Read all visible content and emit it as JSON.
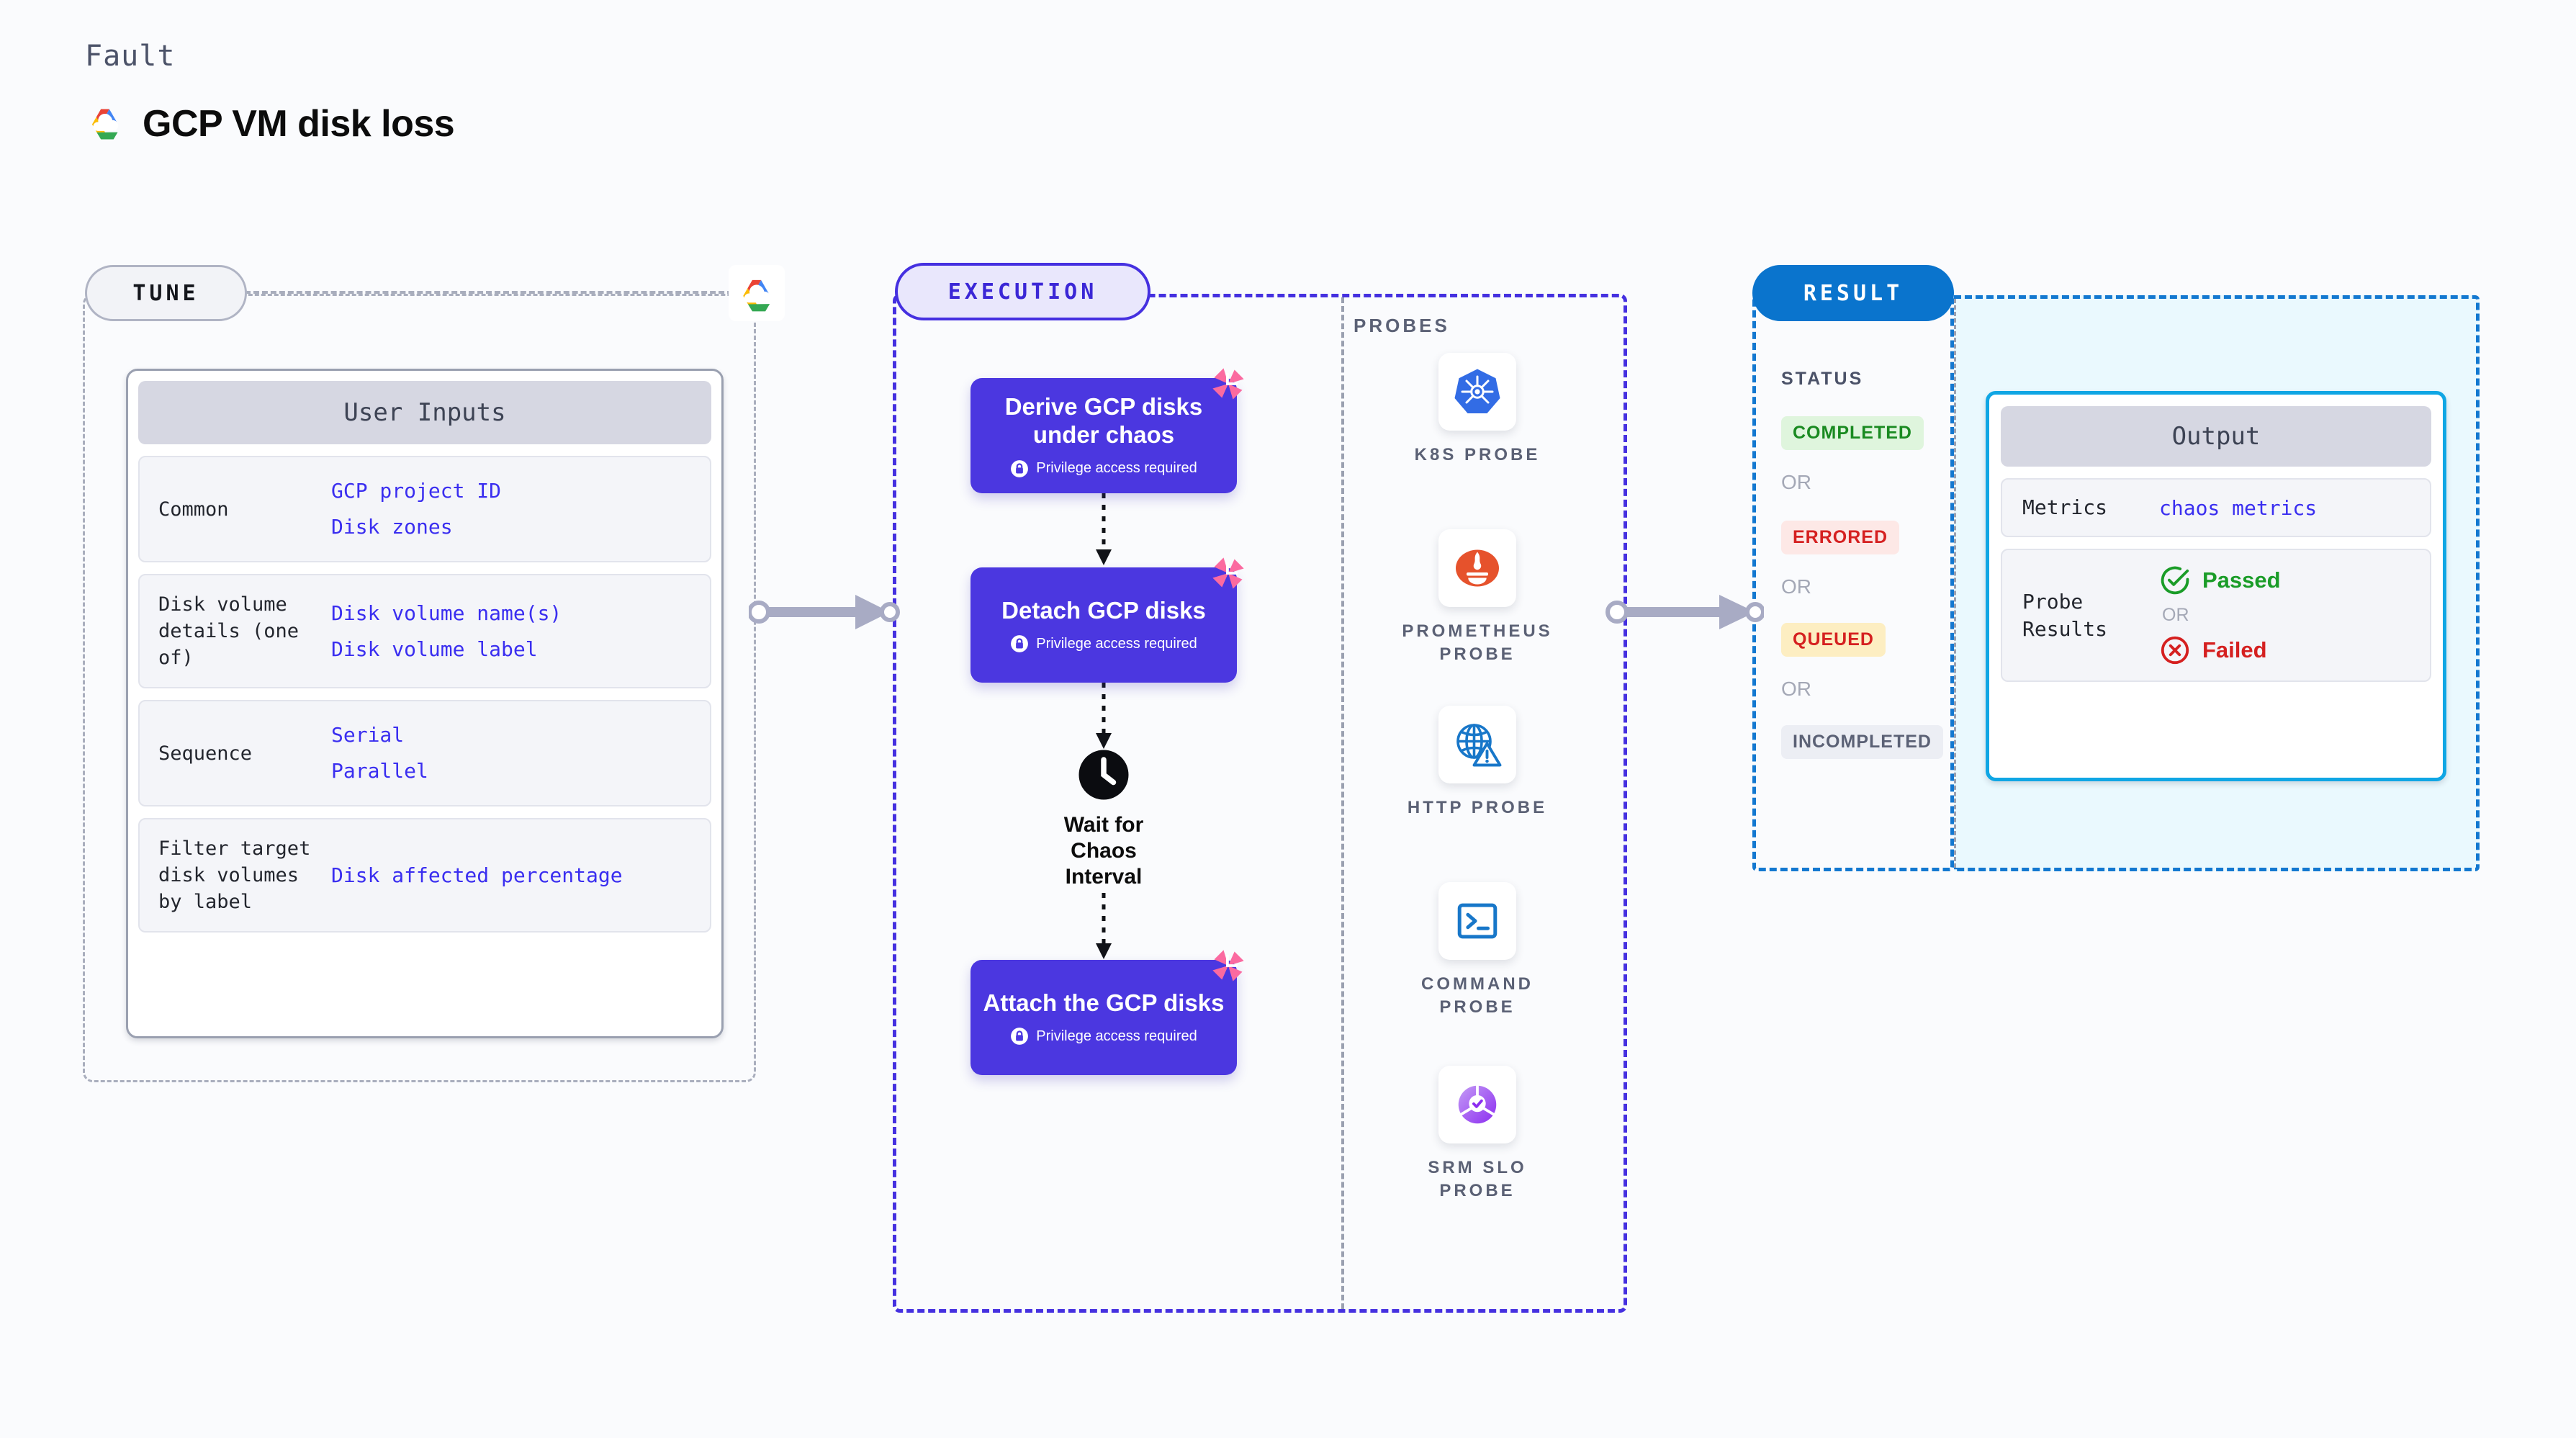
{
  "header": {
    "eyebrow": "Fault",
    "title": "GCP VM disk loss",
    "logo_icon": "gcp-logo-icon"
  },
  "tune": {
    "tag": "TUNE",
    "platform_icon": "gcp-logo-icon",
    "card": {
      "head": "User Inputs",
      "rows": [
        {
          "key": "Common",
          "values": [
            "GCP project ID",
            "Disk zones"
          ]
        },
        {
          "key": "Disk volume details (one of)",
          "values": [
            "Disk volume name(s)",
            "Disk volume label"
          ]
        },
        {
          "key": "Sequence",
          "values": [
            "Serial",
            "Parallel"
          ]
        },
        {
          "key": "Filter target disk volumes by label",
          "values": [
            "Disk affected percentage"
          ]
        }
      ]
    }
  },
  "execution": {
    "tag": "EXECUTION",
    "steps": [
      {
        "title": "Derive GCP disks under chaos",
        "privilege": "Privilege access required",
        "badge_icon": "chaos-pinwheel-icon",
        "lock_icon": "lock-icon"
      },
      {
        "title": "Detach GCP disks",
        "privilege": "Privilege access required",
        "badge_icon": "chaos-pinwheel-icon",
        "lock_icon": "lock-icon"
      },
      {
        "title": "Attach the GCP disks",
        "privilege": "Privilege access required",
        "badge_icon": "chaos-pinwheel-icon",
        "lock_icon": "lock-icon"
      }
    ],
    "wait_node": {
      "label": "Wait for Chaos Interval",
      "icon": "clock-icon"
    }
  },
  "probes": {
    "title": "PROBES",
    "items": [
      {
        "label": "K8S PROBE",
        "icon": "kubernetes-icon"
      },
      {
        "label": "PROMETHEUS PROBE",
        "icon": "prometheus-icon"
      },
      {
        "label": "HTTP PROBE",
        "icon": "http-globe-warning-icon"
      },
      {
        "label": "COMMAND PROBE",
        "icon": "terminal-icon"
      },
      {
        "label": "SRM SLO PROBE",
        "icon": "srm-slo-icon"
      }
    ]
  },
  "result": {
    "tag": "RESULT",
    "status_title": "STATUS",
    "or_label": "OR",
    "statuses": [
      {
        "label": "COMPLETED",
        "bg": "#dff5dd",
        "fg": "#1a8a21"
      },
      {
        "label": "ERRORED",
        "bg": "#fde8e6",
        "fg": "#d52020"
      },
      {
        "label": "QUEUED",
        "bg": "#fdeec2",
        "fg": "#d52020"
      },
      {
        "label": "INCOMPLETED",
        "bg": "#eceef4",
        "fg": "#5b6175"
      }
    ],
    "output_card": {
      "head": "Output",
      "metrics_key": "Metrics",
      "metrics_value": "chaos metrics",
      "probe_results_key": "Probe Results",
      "passed": "Passed",
      "failed": "Failed",
      "or_label": "OR",
      "passed_icon": "check-circle-icon",
      "failed_icon": "x-circle-icon"
    }
  },
  "colors": {
    "execution_accent": "#4530e0",
    "result_accent": "#0a74cd",
    "output_border": "#0fa6e4",
    "step_fill": "#4b37e0",
    "link_text": "#3a2ef0",
    "chaos_badge": "#fb6aa0",
    "connector": "#a8abc4"
  }
}
